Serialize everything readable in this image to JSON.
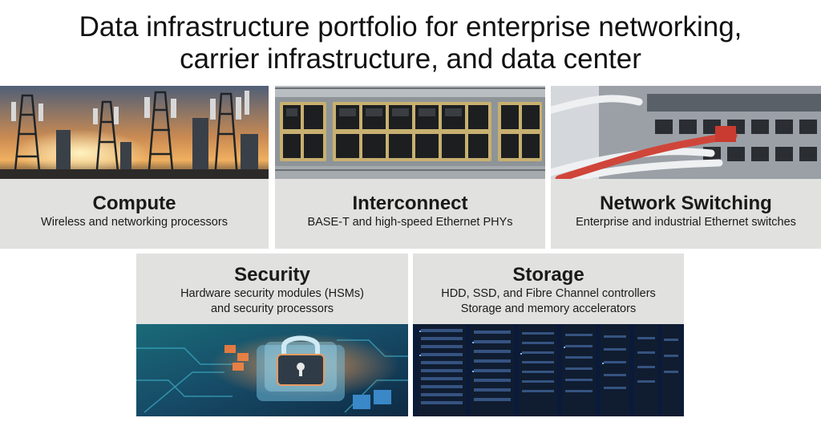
{
  "title_line1": "Data infrastructure portfolio for enterprise networking,",
  "title_line2": "carrier infrastructure, and data center",
  "cards": {
    "compute": {
      "title": "Compute",
      "subtitle": "Wireless and networking processors",
      "image": "cell-towers-sunset-photo"
    },
    "interconnect": {
      "title": "Interconnect",
      "subtitle": "BASE-T and high-speed Ethernet PHYs",
      "image": "ethernet-ports-photo"
    },
    "switching": {
      "title": "Network Switching",
      "subtitle": "Enterprise and industrial Ethernet switches",
      "image": "network-switch-cables-photo"
    },
    "security": {
      "title": "Security",
      "subtitle_line1": "Hardware security modules (HSMs)",
      "subtitle_line2": "and security processors",
      "image": "padlock-circuit-board-photo"
    },
    "storage": {
      "title": "Storage",
      "subtitle_line1": "HDD, SSD, and Fibre Channel controllers",
      "subtitle_line2": "Storage and memory accelerators",
      "image": "server-racks-photo"
    }
  },
  "colors": {
    "card_background": "#e1e1df",
    "title_text": "#111111"
  }
}
